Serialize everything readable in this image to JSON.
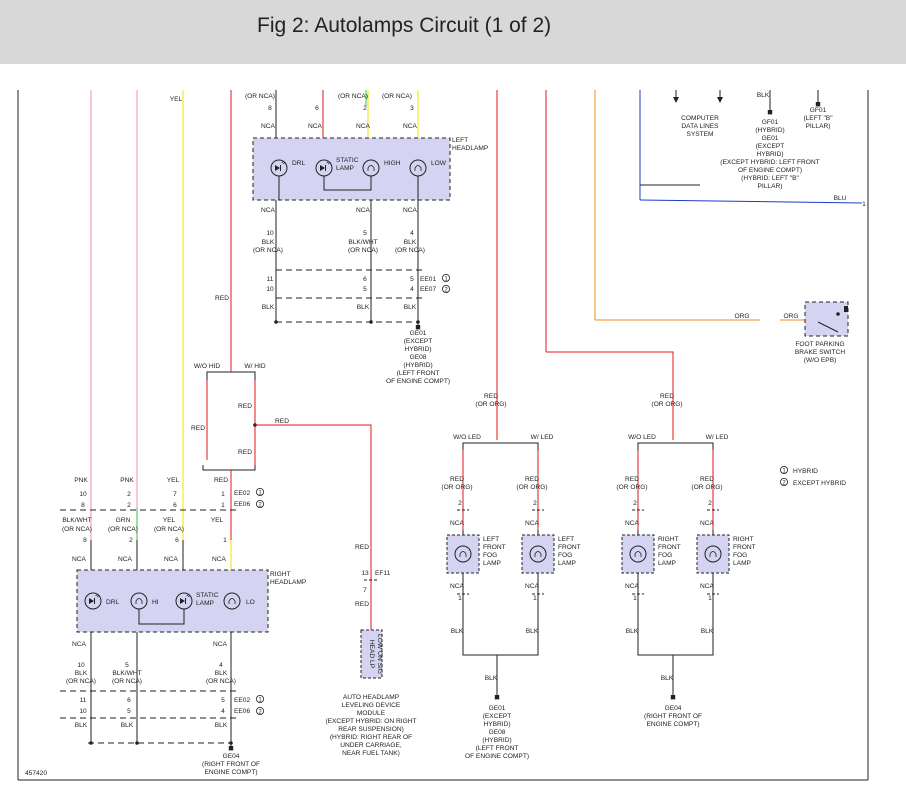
{
  "header": {
    "title": "Fig 2: Autolamps Circuit (1 of 2)"
  },
  "figure_id": "457420",
  "colors": {
    "pink": "#f08fb0",
    "yellow": "#f5e300",
    "red": "#e01818",
    "orange": "#f58a1e",
    "blue": "#1c3cc8",
    "green": "#3cbf3c",
    "lamp_fill": "#d4d4f2",
    "header_bg": "#d8d8d8"
  },
  "legend": [
    {
      "symbol": "1",
      "text": "HYBRID"
    },
    {
      "symbol": "2",
      "text": "EXCEPT HYBRID"
    }
  ],
  "left_headlamp": {
    "title_lines": [
      "LEFT",
      "HEADLAMP"
    ],
    "lamps": {
      "drl": "DRL",
      "static_lines": [
        "STATIC",
        "LAMP"
      ],
      "high": "HIGH",
      "low": "LOW"
    },
    "top_pins": [
      "8",
      "6",
      "2",
      "3"
    ],
    "top_nca": [
      "NCA",
      "NCA",
      "NCA",
      "NCA"
    ],
    "top_partial": [
      "(OR NCA)",
      "(OR NCA)",
      "(OR NCA)"
    ],
    "bottom_nca": [
      "NCA",
      "NCA",
      "NCA"
    ],
    "bottom_pins": [
      "10",
      "5",
      "4"
    ],
    "wire_colors": [
      "BLK",
      "BLK/WHT",
      "BLK"
    ],
    "wire_alts": [
      "(OR NCA)",
      "(OR NCA)",
      "(OR NCA)"
    ],
    "ee_pins_a": [
      "11",
      "6",
      "5"
    ],
    "ee_pins_b": [
      "10",
      "5",
      "4"
    ],
    "ee_labels": [
      "EE01",
      "EE07"
    ],
    "ground_wire": [
      "BLK",
      "BLK",
      "BLK"
    ],
    "ground_lines": [
      "GE01",
      "(EXCEPT",
      "HYBRID)",
      "GE08",
      "(HYBRID)",
      "(LEFT FRONT",
      "OF ENGINE COMPT)"
    ]
  },
  "right_headlamp": {
    "title_lines": [
      "RIGHT",
      "HEADLAMP"
    ],
    "lamps": {
      "drl": "DRL",
      "hi": "HI",
      "static_lines": [
        "STATIC",
        "LAMP"
      ],
      "lo": "LO"
    },
    "wire_top": [
      "PNK",
      "PNK",
      "YEL",
      "RED"
    ],
    "pins_a": [
      "10",
      "2",
      "7",
      "1"
    ],
    "pins_b": [
      "8",
      "2",
      "6",
      "1"
    ],
    "ee_labels": [
      "EE02",
      "EE06"
    ],
    "lamp_wires": [
      "BLK/WHT",
      "GRN",
      "YEL",
      "YEL"
    ],
    "lamp_wire_alts": [
      "(OR NCA)",
      "(OR NCA)",
      "(OR NCA)"
    ],
    "lamp_pins": [
      "8",
      "2",
      "6",
      "1"
    ],
    "top_nca": [
      "NCA",
      "NCA",
      "NCA",
      "NCA"
    ],
    "bottom_nca": [
      "NCA",
      "NCA"
    ],
    "bottom_pins": [
      "10",
      "5",
      "4"
    ],
    "bottom_wires": [
      "BLK",
      "BLK/WHT",
      "BLK"
    ],
    "bottom_alts": [
      "(OR NCA)",
      "(OR NCA)",
      "(OR NCA)"
    ],
    "ee_pins_a": [
      "11",
      "6",
      "5"
    ],
    "ee_pins_b": [
      "10",
      "5",
      "4"
    ],
    "ground_wire": [
      "BLK",
      "BLK",
      "BLK"
    ],
    "ground_lines": [
      "GE04",
      "(RIGHT FRONT OF",
      "ENGINE COMPT)"
    ]
  },
  "hid": {
    "wo": "W/O HID",
    "w": "W/ HID",
    "red": "RED"
  },
  "leveling": {
    "red": "RED",
    "pin_a": "13",
    "connector": "EF11",
    "pin_b": "7",
    "box_lines": [
      "HEAD LP",
      "LOW ON SIG"
    ],
    "label_lines": [
      "AUTO HEADLAMP",
      "LEVELING DEVICE",
      "MODULE",
      "(EXCEPT HYBRID: ON RIGHT",
      "REAR SUSPENSION)",
      "(HYBRID: RIGHT REAR OF",
      "UNDER CARRIAGE,",
      "NEAR FUEL TANK)"
    ]
  },
  "top_right": {
    "computer_lines": [
      "COMPUTER",
      "DATA LINES",
      "SYSTEM"
    ],
    "blk": "BLK",
    "gf01_lines": [
      "GF01",
      "(HYBRID)",
      "GE01",
      "(EXCEPT",
      "HYBRID)",
      "(EXCEPT HYBRID: LEFT FRONT",
      "OF ENGINE COMPT)",
      "(HYBRID: LEFT \"B\"",
      "PILLAR)"
    ],
    "gf01b_lines": [
      "GF01",
      "(LEFT \"B\"",
      "PILLAR)"
    ],
    "blu": "BLU",
    "blu_pin": "1"
  },
  "parking": {
    "org_left": "ORG",
    "org_right": "ORG",
    "label_lines": [
      "FOOT PARKING",
      "BRAKE SWITCH",
      "(W/O EPB)"
    ]
  },
  "top_wires": {
    "yel": "YEL",
    "red": "RED",
    "partial": "(OR NCA)"
  },
  "fog": {
    "wire_top": [
      "RED",
      "(OR ORG)"
    ],
    "wo_led": "W/O LED",
    "w_led": "W/ LED",
    "wire_branch": [
      "RED",
      "(OR ORG)"
    ],
    "pin_top": "2",
    "pin_bottom": "1",
    "nca": "NCA",
    "blk": "BLK",
    "left_lamp_lines": [
      "LEFT",
      "FRONT",
      "FOG",
      "LAMP"
    ],
    "right_lamp_lines": [
      "RIGHT",
      "FRONT",
      "FOG",
      "LAMP"
    ],
    "left_ground_lines": [
      "GE01",
      "(EXCEPT",
      "HYBRID)",
      "GE08",
      "(HYBRID)",
      "(LEFT FRONT",
      "OF ENGINE COMPT)"
    ],
    "right_ground_lines": [
      "GE04",
      "(RIGHT FRONT OF",
      "ENGINE COMPT)"
    ]
  }
}
